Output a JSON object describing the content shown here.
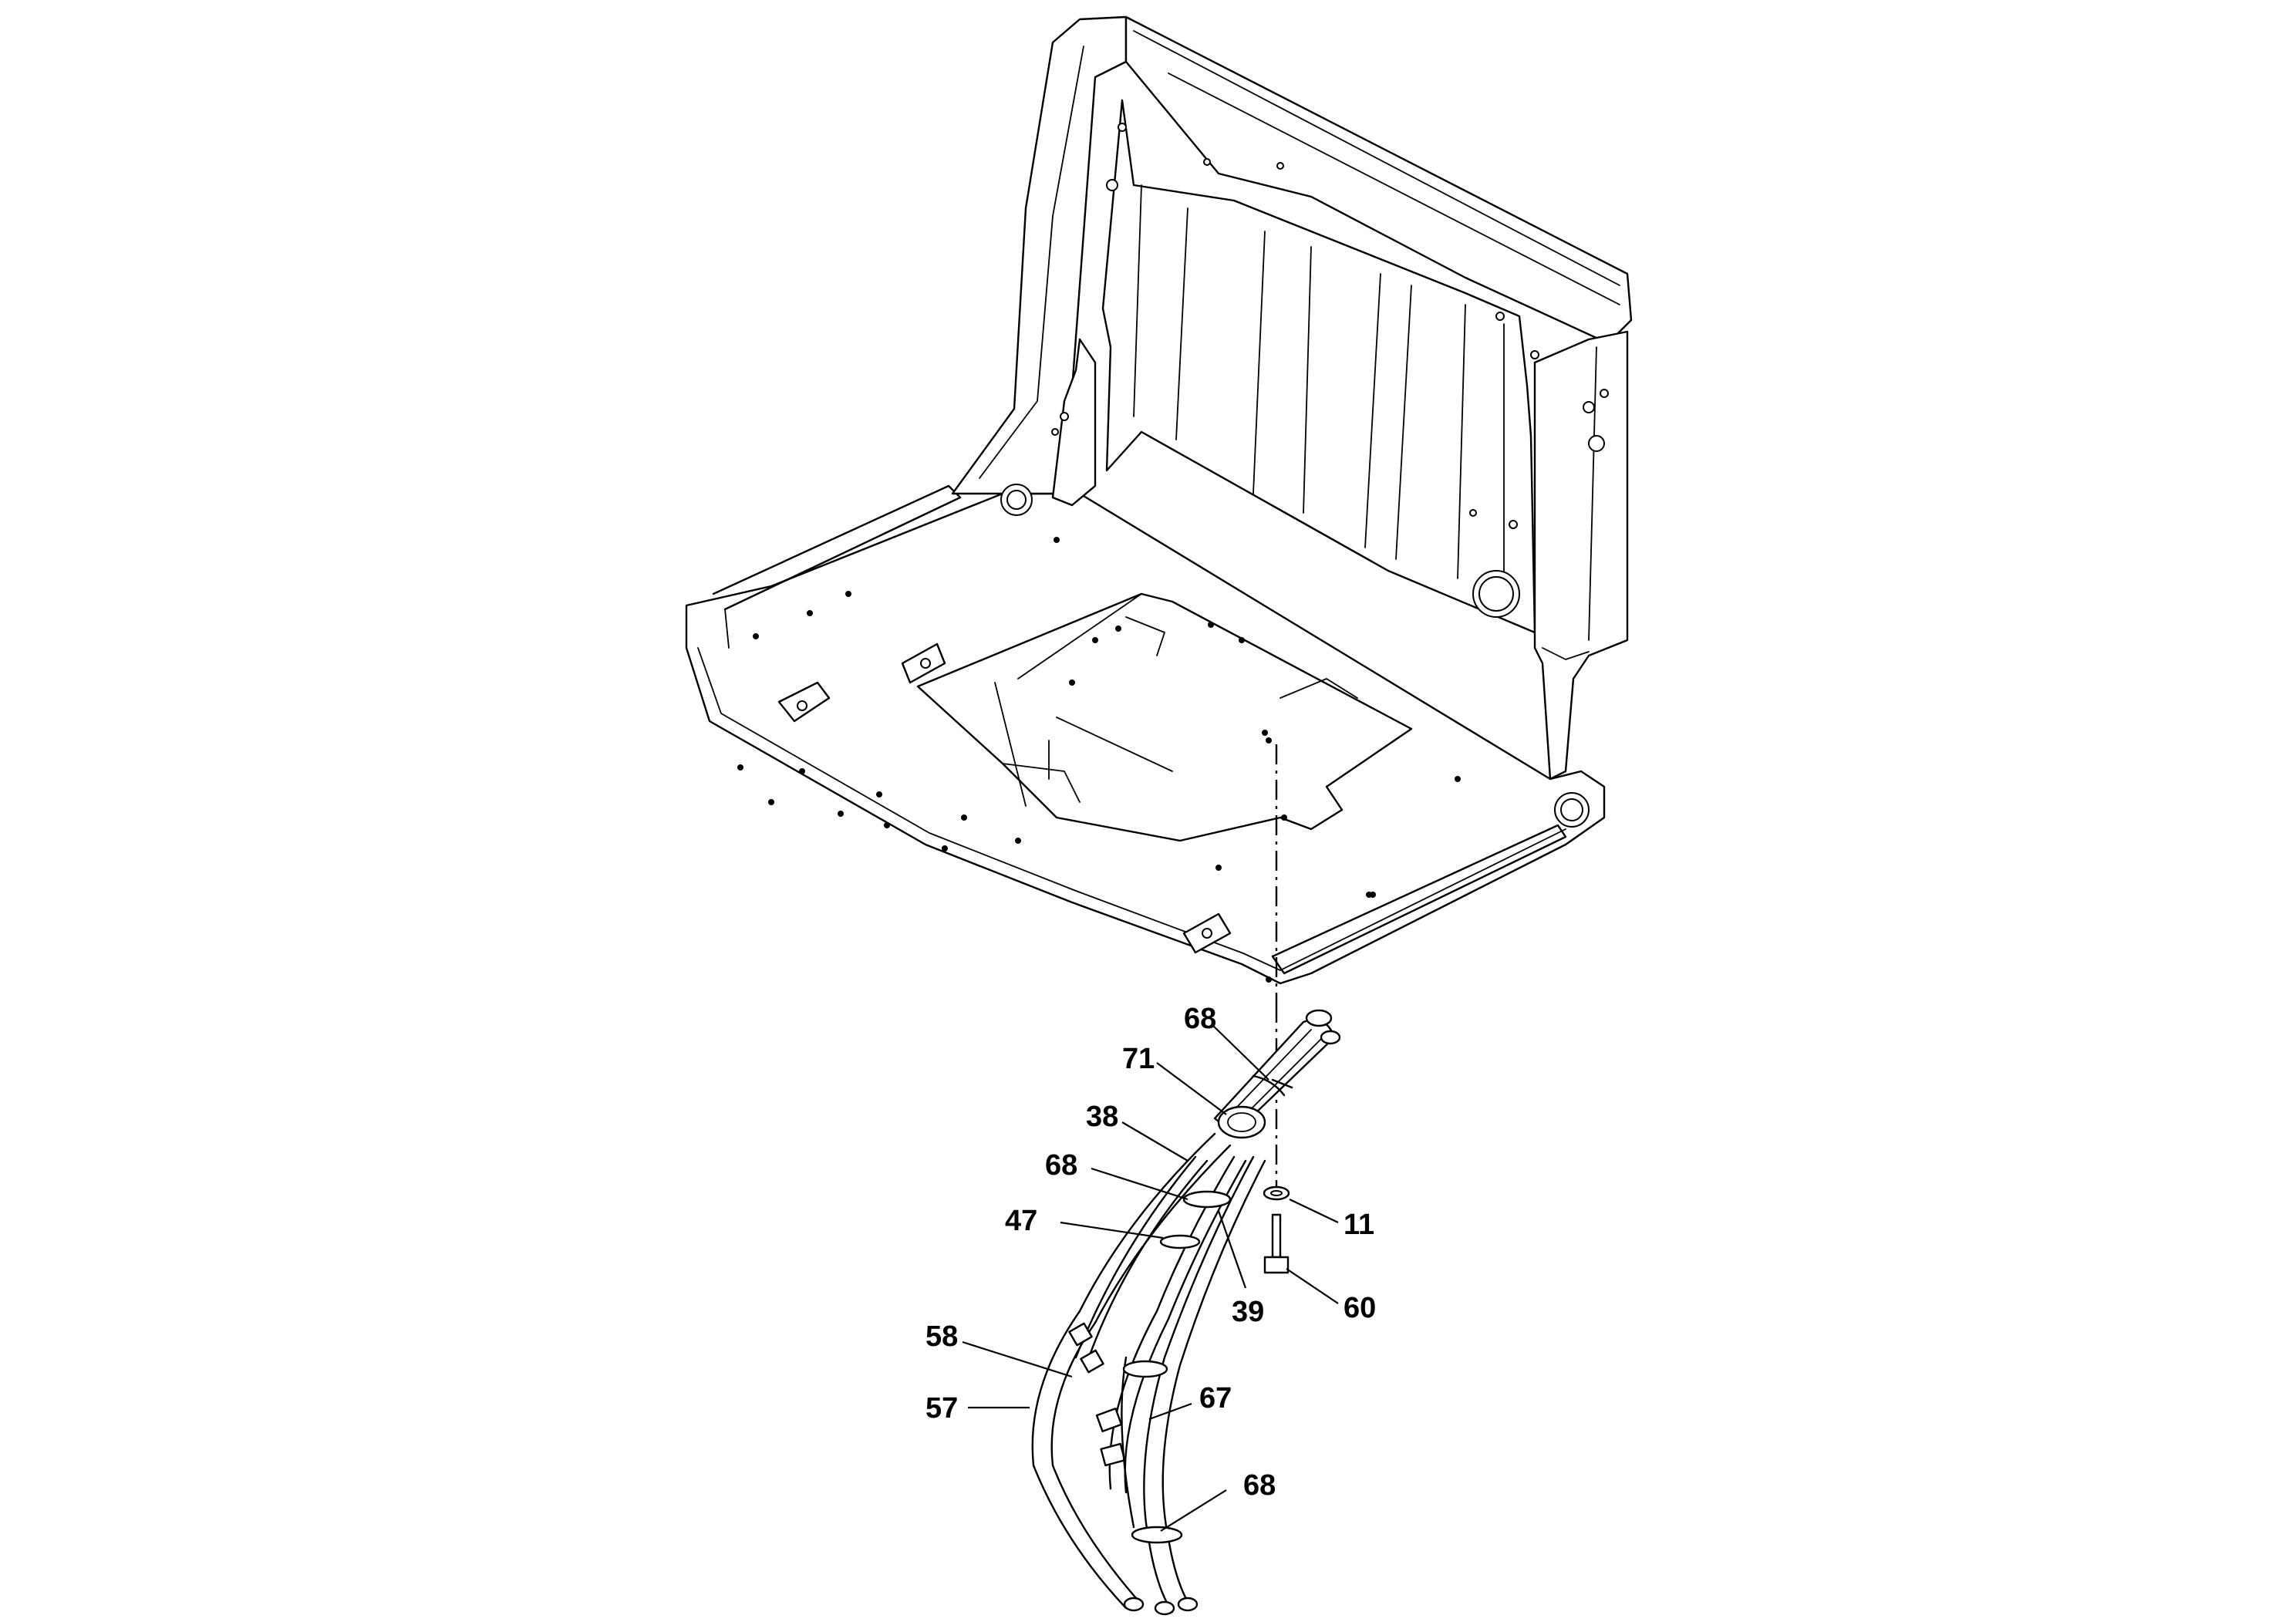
{
  "callouts": [
    {
      "id": "c68a",
      "label": "68"
    },
    {
      "id": "c71",
      "label": "71"
    },
    {
      "id": "c38",
      "label": "38"
    },
    {
      "id": "c68b",
      "label": "68"
    },
    {
      "id": "c47",
      "label": "47"
    },
    {
      "id": "c11",
      "label": "11"
    },
    {
      "id": "c39",
      "label": "39"
    },
    {
      "id": "c60",
      "label": "60"
    },
    {
      "id": "c58",
      "label": "58"
    },
    {
      "id": "c57",
      "label": "57"
    },
    {
      "id": "c67",
      "label": "67"
    },
    {
      "id": "c68c",
      "label": "68"
    }
  ]
}
